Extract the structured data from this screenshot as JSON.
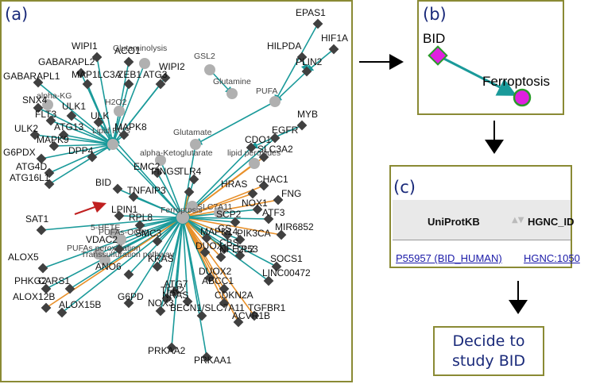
{
  "panels": {
    "a": {
      "label": "(a)"
    },
    "b": {
      "label": "(b)",
      "source": "BID",
      "target": "Ferroptosis"
    },
    "c": {
      "label": "(c)",
      "headers": [
        "UniProtKB",
        "HGNC_ID"
      ],
      "row": [
        "P55957 (BID_HUMAN)",
        "HGNC:1050"
      ]
    }
  },
  "decide": {
    "line1": "Decide to",
    "line2": "study BID"
  },
  "colors": {
    "edge_teal": "#1a9a9a",
    "edge_orange": "#e8902a",
    "gene_node": "#404040",
    "process_node": "#b0b0b0",
    "border": "#8a8a34",
    "highlight": "#e020e0",
    "highlight_border": "#2a9a2a",
    "pointer_arrow": "#c02020"
  },
  "network": {
    "gene_labels": [
      "EPAS1",
      "HIF1A",
      "HILPDA",
      "PLIN2",
      "WIPI1",
      "ACO1",
      "GABARAPL2",
      "WIPI2",
      "GABARAPL1",
      "MAP1LC3A",
      "ZEB1",
      "ATG3",
      "SNX4",
      "ULK1",
      "FLT3",
      "ULK2",
      "ATG13",
      "MAPK8",
      "MAPK9",
      "G6PDX",
      "DPP4",
      "ATG4D",
      "ATG16L1",
      "MYB",
      "EGFR",
      "CDO1",
      "SLC3A2",
      "EMC2",
      "TLR4",
      "BID",
      "TNFAIP3",
      "FINGS",
      "CHAC1",
      "FNG",
      "HRAS",
      "NOX1",
      "ATF3",
      "SAT1",
      "LPIN1",
      "RPL8",
      "MIR6852",
      "PIK3CA",
      "SMC3",
      "VDAC2",
      "SCP2",
      "GS",
      "DUOX",
      "MAPK14",
      "TP53",
      "ALOX5",
      "SOCS1",
      "PHKG2",
      "CARS1",
      "ANO6",
      "KRAS",
      "NFE2L2",
      "LINC00472",
      "ALOX12B",
      "ALOX15B",
      "G6PD",
      "ATG7",
      "TFR2",
      "DUOX2",
      "ABCC1",
      "CDKN2A",
      "NRAS",
      "TGFBR1",
      "NOX3",
      "ACVR1B",
      "BECN1/SLC7A11",
      "PRKAA2",
      "PRKAA1",
      "CBS",
      "ULK"
    ],
    "process_labels": [
      "Glutaminolysis",
      "GSL2",
      "Glutamine",
      "alpha-KG",
      "Lipid ROS",
      "H2O2",
      "PUFA",
      "Glutamate",
      "alpha-Ketoglutarate",
      "lipid peroxides",
      "Ferroptosis",
      "5-HETE",
      "PUFAs peroxidation",
      "Transsulfuration pathway",
      "SLC7A11",
      "PUFAs-OOH"
    ]
  }
}
